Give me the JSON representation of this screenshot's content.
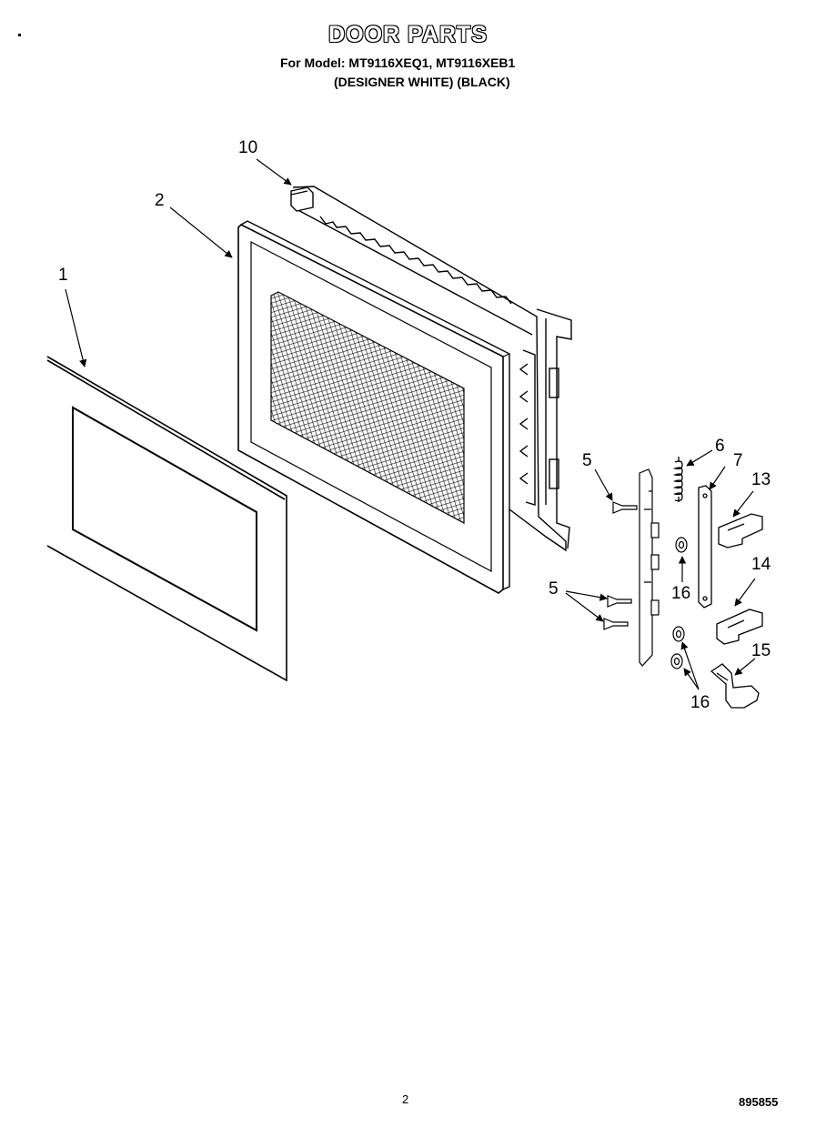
{
  "header": {
    "title": "DOOR PARTS",
    "model_line": "For Model: MT9116XEQ1, MT9116XEB1",
    "color_line": "(DESIGNER WHITE)  (BLACK)"
  },
  "callouts": {
    "c10": "10",
    "c2": "2",
    "c1": "1",
    "c5a": "5",
    "c6": "6",
    "c7": "7",
    "c13": "13",
    "c16a": "16",
    "c14": "14",
    "c5b": "5",
    "c15": "15",
    "c16b": "16"
  },
  "footer": {
    "page_number": "2",
    "document_number": "895855"
  }
}
